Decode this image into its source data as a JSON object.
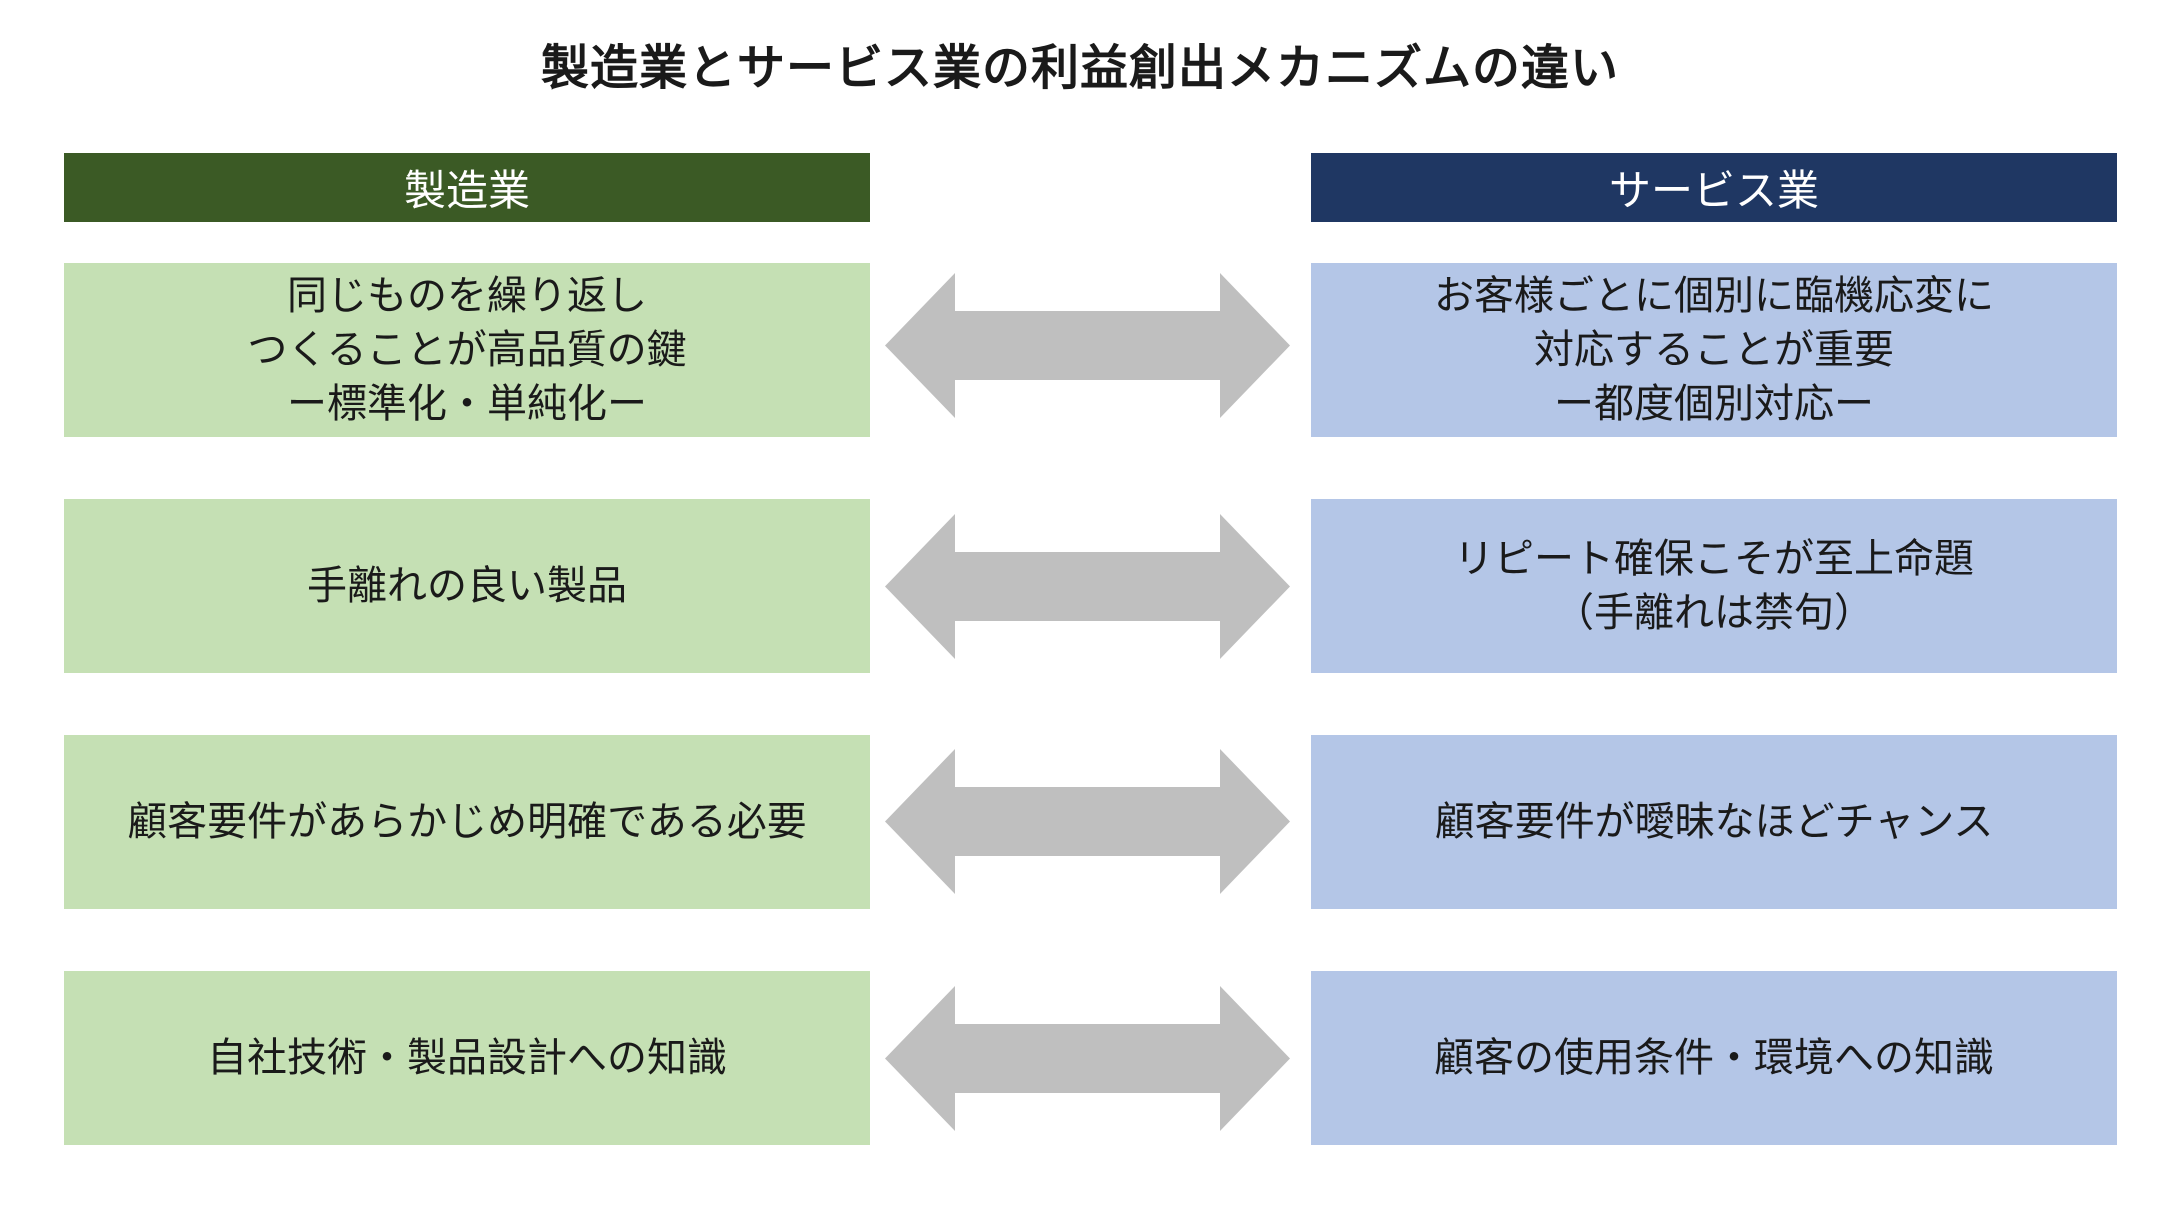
{
  "title": "製造業とサービス業の利益創出メカニズムの違い",
  "headers": {
    "left": "製造業",
    "right": "サービス業"
  },
  "rows": [
    {
      "left": "同じものを繰り返し\nつくることが高品質の鍵\nー標準化・単純化ー",
      "right": "お客様ごとに個別に臨機応変に\n対応することが重要\nー都度個別対応ー"
    },
    {
      "left": "手離れの良い製品",
      "right": "リピート確保こそが至上命題\n（手離れは禁句）"
    },
    {
      "left": "顧客要件があらかじめ明確である必要",
      "right": "顧客要件が曖昧なほどチャンス"
    },
    {
      "left": "自社技術・製品設計への知識",
      "right": "顧客の使用条件・環境への知識"
    }
  ],
  "colors": {
    "header_left": "#3b5a25",
    "header_right": "#1f3763",
    "box_left": "#c5e0b4",
    "box_right": "#b4c6e7",
    "arrow": "#bfbfbf"
  },
  "icons": {
    "connector": "double-arrow-icon"
  }
}
